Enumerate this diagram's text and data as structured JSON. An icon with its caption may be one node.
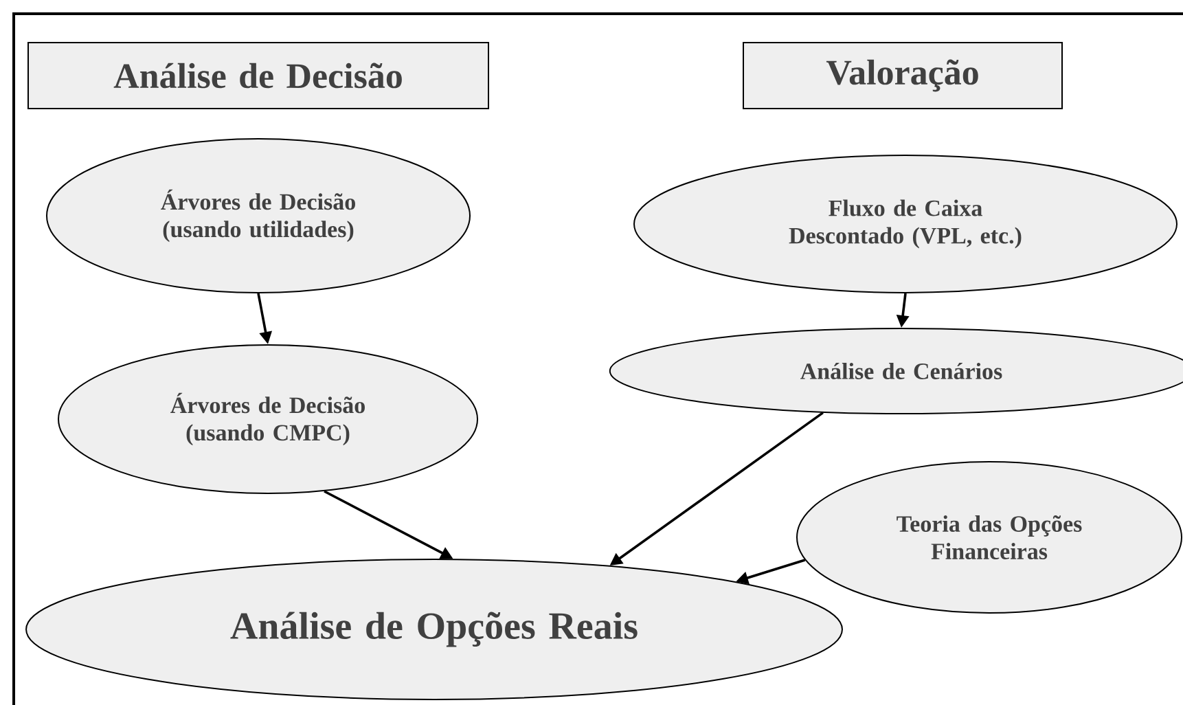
{
  "diagram": {
    "nodes": [
      {
        "text": [
          "Análise de Decisão"
        ]
      },
      {
        "text": [
          "Valoração"
        ]
      },
      {
        "text": [
          "Árvores de Decisão (usando utilidades)"
        ]
      },
      {
        "text": [
          "Fluxo de Caixa Descontado (VPL, etc.)"
        ]
      },
      {
        "text": [
          "Árvores de Decisão (usando CMPC)"
        ]
      },
      {
        "text": [
          "Análise de Cenários"
        ]
      },
      {
        "text": [
          "Teoria das Opções Financeiras"
        ]
      },
      {
        "text": [
          "Análise de Opções Reais"
        ]
      }
    ],
    "edges": [
      {
        "from": 2,
        "to": 4,
        "arrow": "to"
      },
      {
        "from": 3,
        "to": 5,
        "arrow": "to"
      },
      {
        "from": 4,
        "to": 7,
        "arrow": "to"
      },
      {
        "from": 5,
        "to": 7,
        "arrow": "to"
      },
      {
        "from": 6,
        "to": 7,
        "arrow": "to"
      }
    ]
  }
}
